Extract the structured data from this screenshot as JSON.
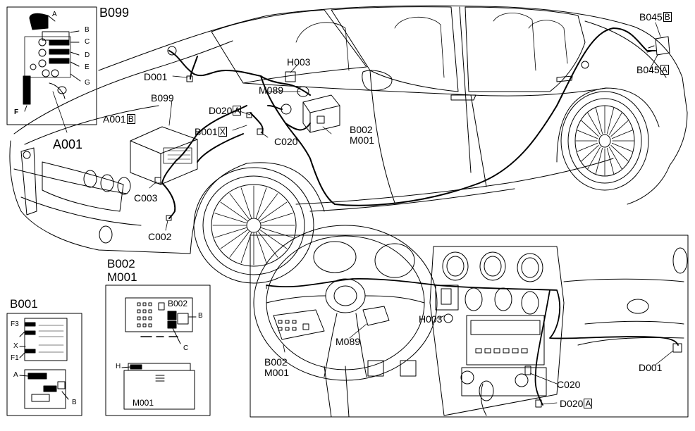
{
  "callouts": {
    "b099_title": "B099",
    "a001_big": "A001",
    "letter_a": "A",
    "letter_b": "B",
    "letter_c": "C",
    "letter_d": "D",
    "letter_e": "E",
    "letter_f": "F",
    "letter_g": "G",
    "b045b_code": "B045",
    "b045b_suffix": "B",
    "b045a_code": "B045",
    "b045a_suffix": "A",
    "d001_top": "D001",
    "h003_top": "H003",
    "m089_top": "M089",
    "b099_label": "B099",
    "d020a_top_code": "D020",
    "d020a_top_suffix": "A",
    "a001b_code": "A001",
    "a001b_suffix": "B",
    "b001x_code": "B001",
    "b001x_suffix": "X",
    "c020_top": "C020",
    "b002_top": "B002",
    "m001_top": "M001",
    "c003": "C003",
    "c002": "C002",
    "b002_mid": "B002",
    "m001_mid": "M001",
    "b001_title": "B001",
    "f3": "F3",
    "x": "X",
    "f1": "F1",
    "a_small": "A",
    "b_small": "B",
    "b002_inner": "B002",
    "b_inner": "B",
    "c_inner": "C",
    "h_inner": "H",
    "m001_inner": "M001",
    "b002_lower": "B002",
    "m001_lower": "M001",
    "m089_lower": "M089",
    "h003_lower": "H003",
    "d001_lower": "D001",
    "c020_lower": "C020",
    "d020a_lower_code": "D020",
    "d020a_lower_suffix": "A"
  }
}
